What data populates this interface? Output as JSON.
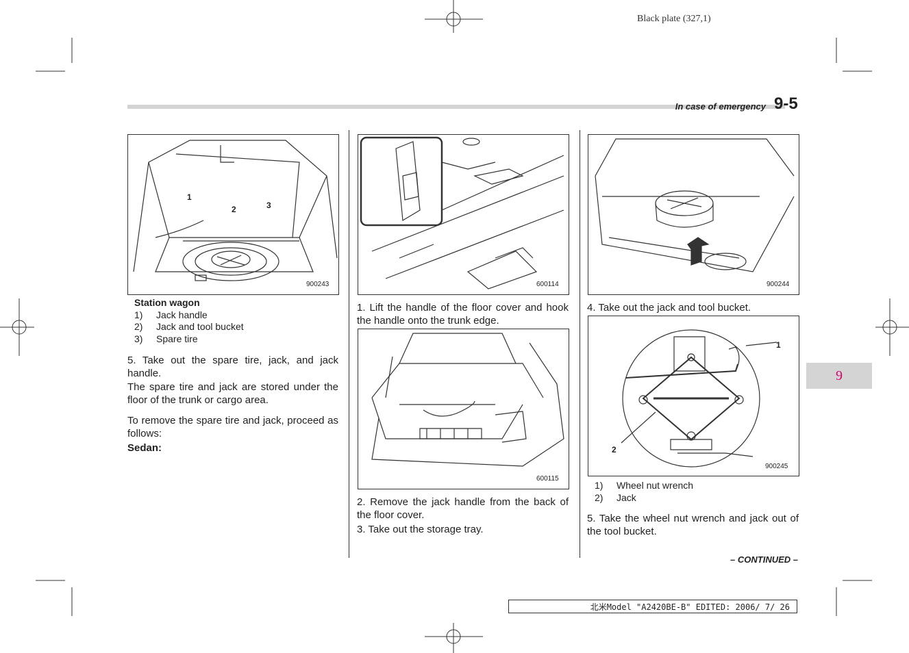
{
  "plate": "Black plate (327,1)",
  "header": {
    "section": "In case of emergency",
    "page_number": "9-5"
  },
  "side_tab": "9",
  "col1": {
    "fig_code": "900243",
    "fig_labels": [
      "1",
      "2",
      "3"
    ],
    "caption_title": "Station wagon",
    "caption_items": [
      {
        "n": "1)",
        "text": "Jack handle"
      },
      {
        "n": "2)",
        "text": "Jack and tool bucket"
      },
      {
        "n": "3)",
        "text": "Spare tire"
      }
    ],
    "p1": "5.  Take out the spare tire, jack, and jack handle.",
    "p2": "The spare tire and jack are stored under the floor of the trunk or cargo area.",
    "p3": "To remove the spare tire and jack, proceed as follows:",
    "p4": "Sedan:"
  },
  "col2": {
    "fig1_code": "600114",
    "p1": "1.  Lift the handle of the floor cover and hook the handle onto the trunk edge.",
    "fig2_code": "600115",
    "p2": "2.  Remove the jack handle from the back of the floor cover.",
    "p3": "3.  Take out the storage tray."
  },
  "col3": {
    "fig1_code": "900244",
    "p1": "4.  Take out the jack and tool bucket.",
    "fig2_code": "900245",
    "fig2_labels": [
      "1",
      "2"
    ],
    "caption_items": [
      {
        "n": "1)",
        "text": "Wheel nut wrench"
      },
      {
        "n": "2)",
        "text": "Jack"
      }
    ],
    "p2": "5.  Take the wheel nut wrench and jack out of the tool bucket.",
    "continued": "– CONTINUED –"
  },
  "footer": "北米Model \"A2420BE-B\" EDITED: 2006/ 7/ 26"
}
